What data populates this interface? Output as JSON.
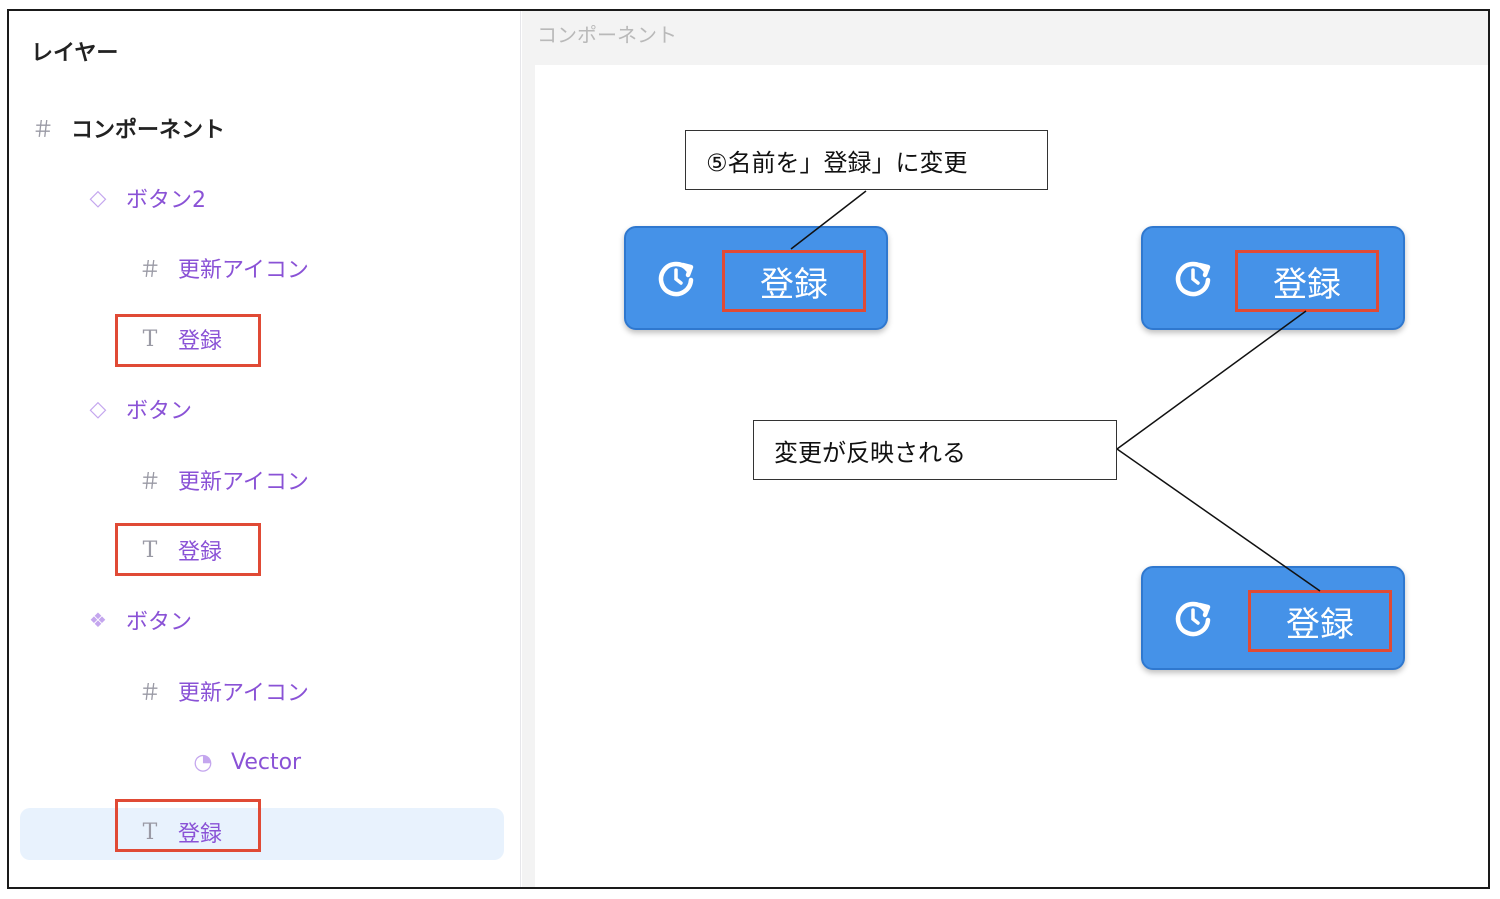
{
  "sidebar": {
    "title": "レイヤー",
    "layers": [
      {
        "icon": "frame-icon",
        "glyph": "＃",
        "label": "コンポーネント"
      },
      {
        "icon": "diamond-icon",
        "glyph": "◇",
        "label": "ボタン2"
      },
      {
        "icon": "frame-icon",
        "glyph": "＃",
        "label": "更新アイコン"
      },
      {
        "icon": "text-icon",
        "glyph": "T",
        "label": "登録"
      },
      {
        "icon": "diamond-icon",
        "glyph": "◇",
        "label": "ボタン"
      },
      {
        "icon": "frame-icon",
        "glyph": "＃",
        "label": "更新アイコン"
      },
      {
        "icon": "text-icon",
        "glyph": "T",
        "label": "登録"
      },
      {
        "icon": "component-icon",
        "glyph": "❖",
        "label": "ボタン"
      },
      {
        "icon": "frame-icon",
        "glyph": "＃",
        "label": "更新アイコン"
      },
      {
        "icon": "vector-icon",
        "glyph": "◔",
        "label": "Vector"
      },
      {
        "icon": "text-icon",
        "glyph": "T",
        "label": "登録"
      }
    ]
  },
  "canvas": {
    "title": "コンポーネント",
    "buttons": [
      {
        "label": "登録",
        "icon": "refresh-icon"
      },
      {
        "label": "登録",
        "icon": "refresh-icon"
      },
      {
        "label": "登録",
        "icon": "refresh-icon"
      }
    ],
    "callouts": {
      "rename": "⑤名前を」登録」に変更",
      "reflected": "変更が反映される"
    }
  },
  "colors": {
    "button_blue": "#4592e8",
    "highlight_red": "#e04a35",
    "layer_purple": "#8a52d6",
    "selection_bg": "#e8f2fd"
  }
}
